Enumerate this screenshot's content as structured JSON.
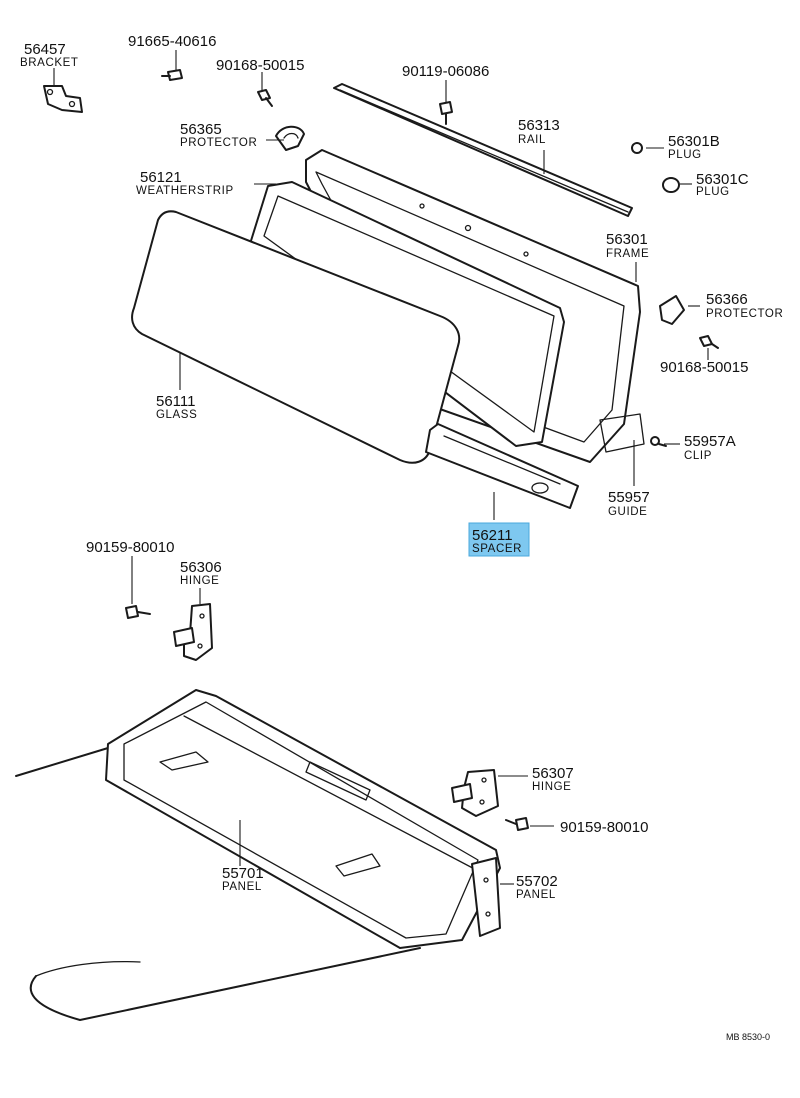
{
  "labels": {
    "bracket": {
      "number": "56457",
      "name": "BRACKET"
    },
    "bolt_top": {
      "number": "91665-40616"
    },
    "screw_top": {
      "number": "90168-50015"
    },
    "screw_rail": {
      "number": "90119-06086"
    },
    "protector_left": {
      "number": "56365",
      "name": "PROTECTOR"
    },
    "rail": {
      "number": "56313",
      "name": "RAIL"
    },
    "plug_b": {
      "number": "56301B",
      "name": "PLUG"
    },
    "plug_c": {
      "number": "56301C",
      "name": "PLUG"
    },
    "weatherstrip": {
      "number": "56121",
      "name": "WEATHERSTRIP"
    },
    "frame": {
      "number": "56301",
      "name": "FRAME"
    },
    "protector_right": {
      "number": "56366",
      "name": "PROTECTOR"
    },
    "screw_right": {
      "number": "90168-50015"
    },
    "glass": {
      "number": "56111",
      "name": "GLASS"
    },
    "clip": {
      "number": "55957A",
      "name": "CLIP"
    },
    "guide": {
      "number": "55957",
      "name": "GUIDE"
    },
    "spacer": {
      "number": "56211",
      "name": "SPACER"
    },
    "bolt_hinge_left": {
      "number": "90159-80010"
    },
    "hinge_left": {
      "number": "56306",
      "name": "HINGE"
    },
    "hinge_right": {
      "number": "56307",
      "name": "HINGE"
    },
    "bolt_hinge_right": {
      "number": "90159-80010"
    },
    "panel_main": {
      "number": "55701",
      "name": "PANEL"
    },
    "panel_side": {
      "number": "55702",
      "name": "PANEL"
    }
  },
  "reference_code": "MB 8530-0",
  "highlight_color": "#7ec8f0"
}
